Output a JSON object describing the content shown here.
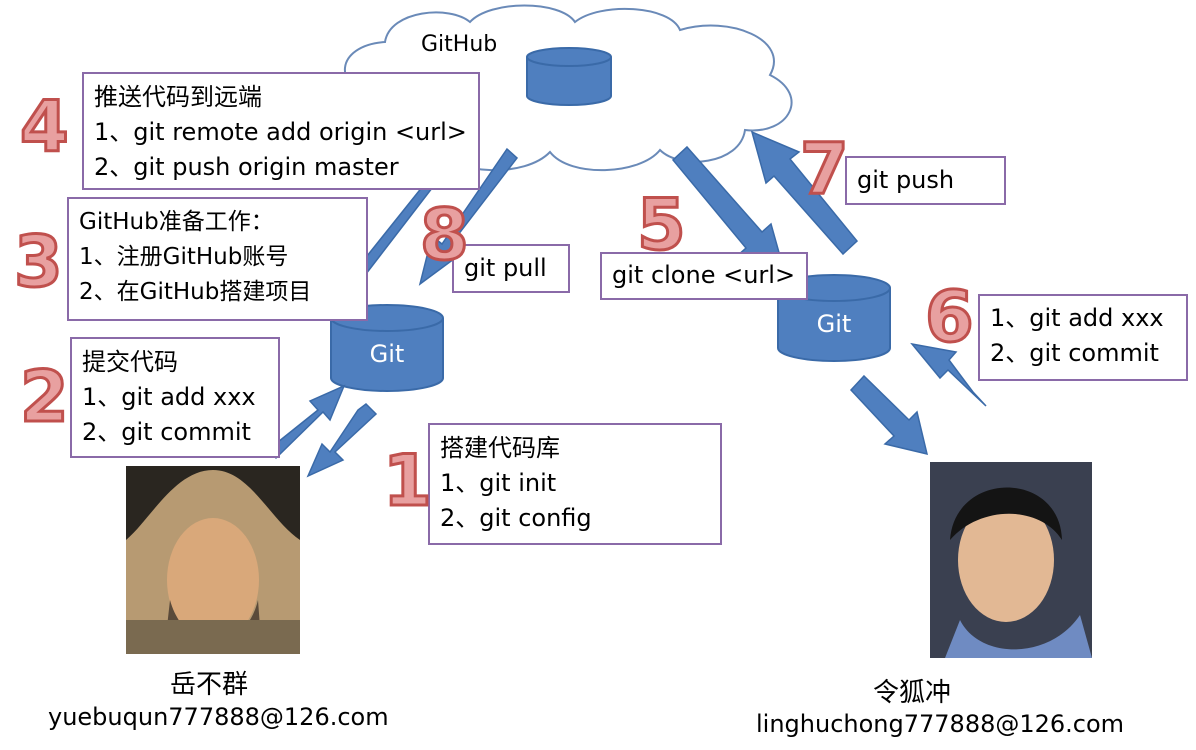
{
  "cloud": {
    "label": "GitHub"
  },
  "databases": {
    "left_label": "Git",
    "right_label": "Git"
  },
  "steps": {
    "s1": {
      "number": "1",
      "lines": [
        "搭建代码库",
        "1、git init",
        "2、git config"
      ]
    },
    "s2": {
      "number": "2",
      "lines": [
        "提交代码",
        "1、git add xxx",
        "2、git commit"
      ]
    },
    "s3": {
      "number": "3",
      "lines": [
        "GitHub准备工作：",
        "1、注册GitHub账号",
        "2、在GitHub搭建项目"
      ]
    },
    "s4": {
      "number": "4",
      "lines": [
        "推送代码到远端",
        "1、git remote add origin <url>",
        "2、git push origin master"
      ]
    },
    "s5": {
      "number": "5",
      "lines": [
        "git clone <url>"
      ]
    },
    "s6": {
      "number": "6",
      "lines": [
        "1、git add xxx",
        "2、git commit"
      ]
    },
    "s7": {
      "number": "7",
      "lines": [
        "git push"
      ]
    },
    "s8": {
      "number": "8",
      "lines": [
        "git pull"
      ]
    }
  },
  "people": {
    "left": {
      "name": "岳不群",
      "email": "yuebuqun777888@126.com"
    },
    "right": {
      "name": "令狐冲",
      "email": "linghuchong777888@126.com"
    }
  },
  "colors": {
    "arrow": "#4f7fbf",
    "arrow_stroke": "#3a6aa8",
    "box_border": "#8a6aa8",
    "number_fill": "#e8a0a0",
    "number_stroke": "#c0504d"
  }
}
